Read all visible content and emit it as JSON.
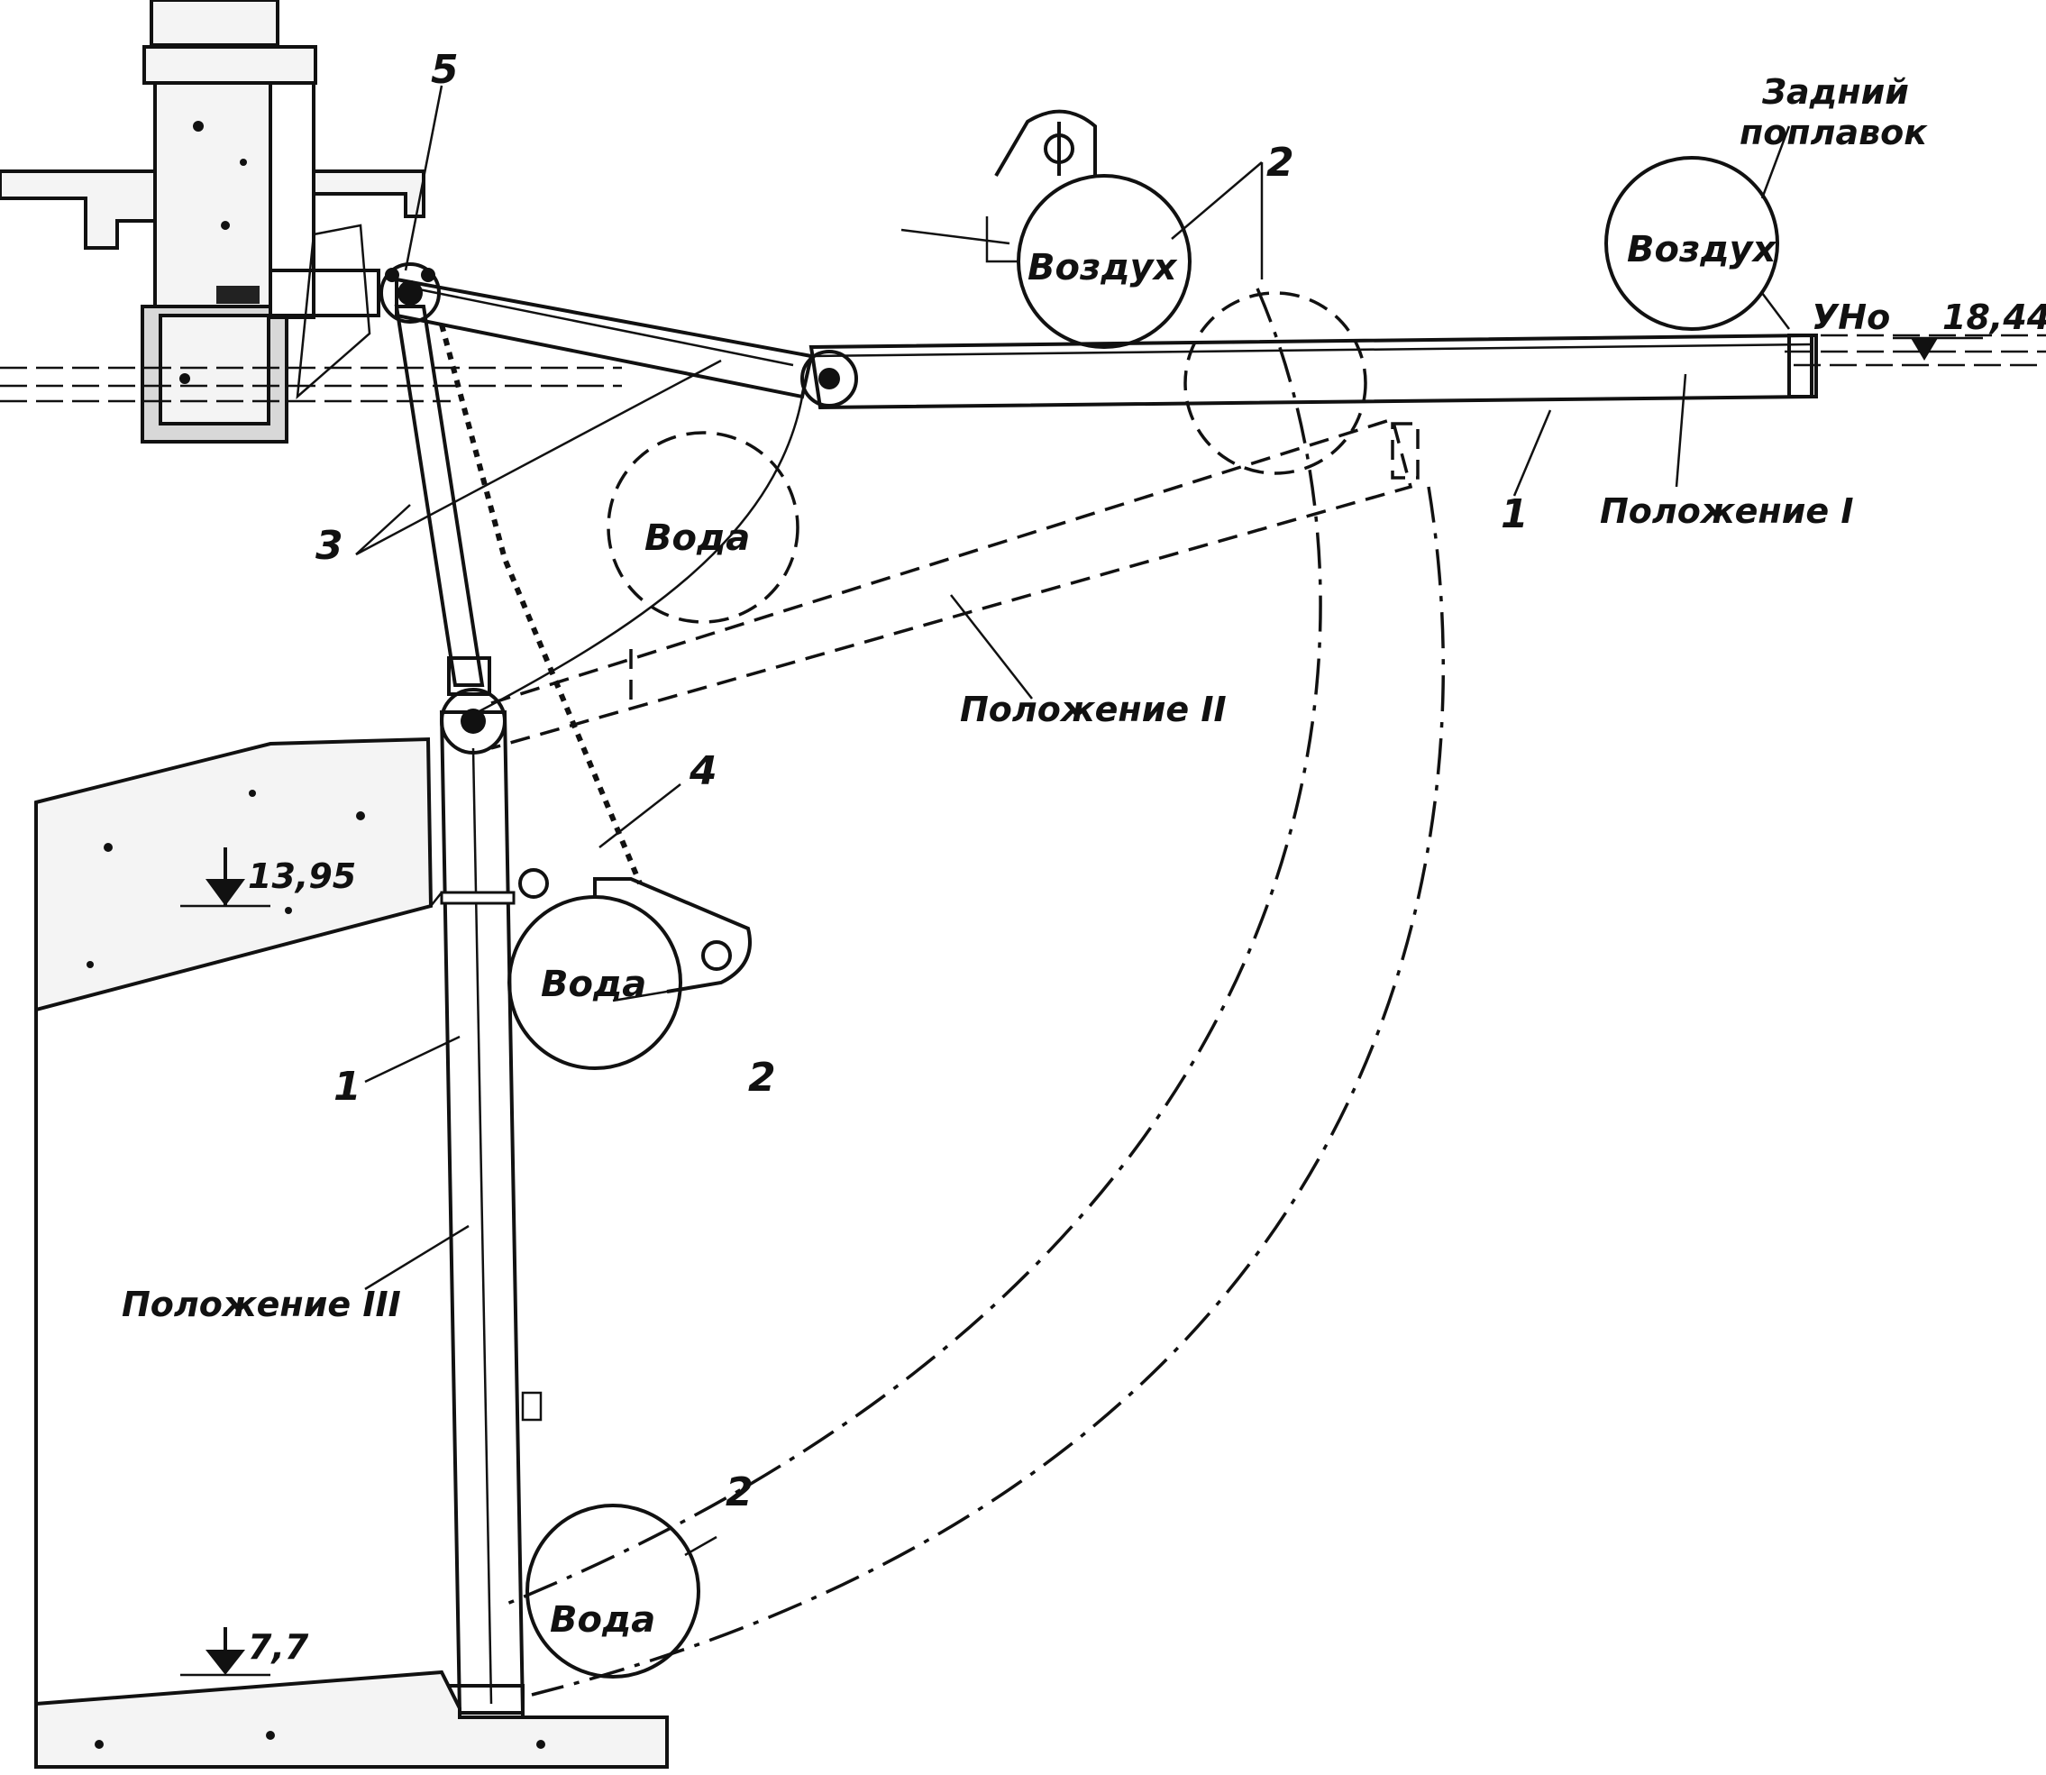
{
  "labels": {
    "num_1_lower": "1",
    "num_1_upper": "1",
    "num_2_top": "2",
    "num_2_mid": "2",
    "num_2_bottom": "2",
    "num_3": "3",
    "num_4": "4",
    "num_5": "5",
    "position_1": "Положение I",
    "position_2": "Положение II",
    "position_3": "Положение III",
    "rear_float_line1": "Задний",
    "rear_float_line2": "поплавок"
  },
  "floats": {
    "air_top": "Воздух",
    "air_rear": "Воздух",
    "water_dashed": "Вода",
    "water_mid": "Вода",
    "water_bottom": "Вода"
  },
  "levels": {
    "upstream_prefix": "УНо",
    "upstream_value": "18,44",
    "sill_value": "13,95",
    "bottom_value": "7,7"
  }
}
